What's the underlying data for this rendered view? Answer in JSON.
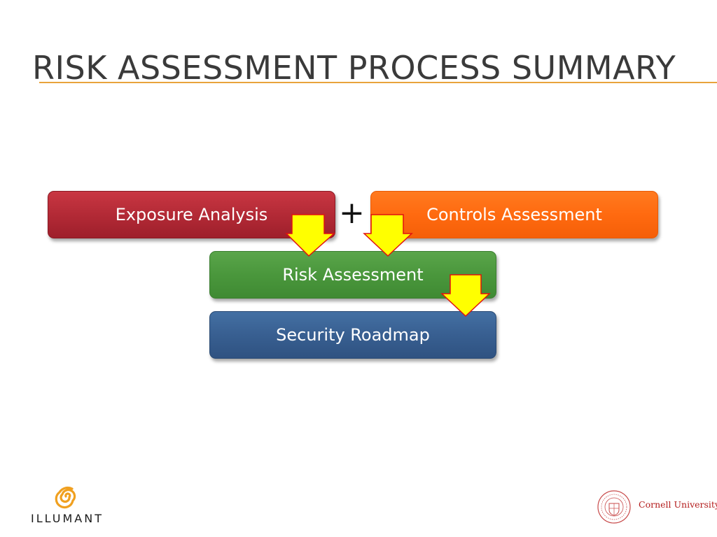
{
  "slide": {
    "title": "RISK ASSESSMENT PROCESS SUMMARY",
    "accent_color": "#e8a33c"
  },
  "diagram": {
    "boxes": {
      "exposure": {
        "label": "Exposure Analysis",
        "color": "#b32a36"
      },
      "controls": {
        "label": "Controls Assessment",
        "color": "#ff6a10"
      },
      "risk": {
        "label": "Risk Assessment",
        "color": "#4a973c"
      },
      "roadmap": {
        "label": "Security Roadmap",
        "color": "#385f91"
      }
    },
    "operator": "+",
    "arrow_color": "#ffff00",
    "arrow_outline": "#e01010"
  },
  "logos": {
    "left": {
      "name": "ILLUMANT",
      "icon": "spiral-icon",
      "color": "#f0a020"
    },
    "right": {
      "name": "Cornell University",
      "icon": "cornell-seal-icon",
      "color": "#b31b1b"
    }
  }
}
